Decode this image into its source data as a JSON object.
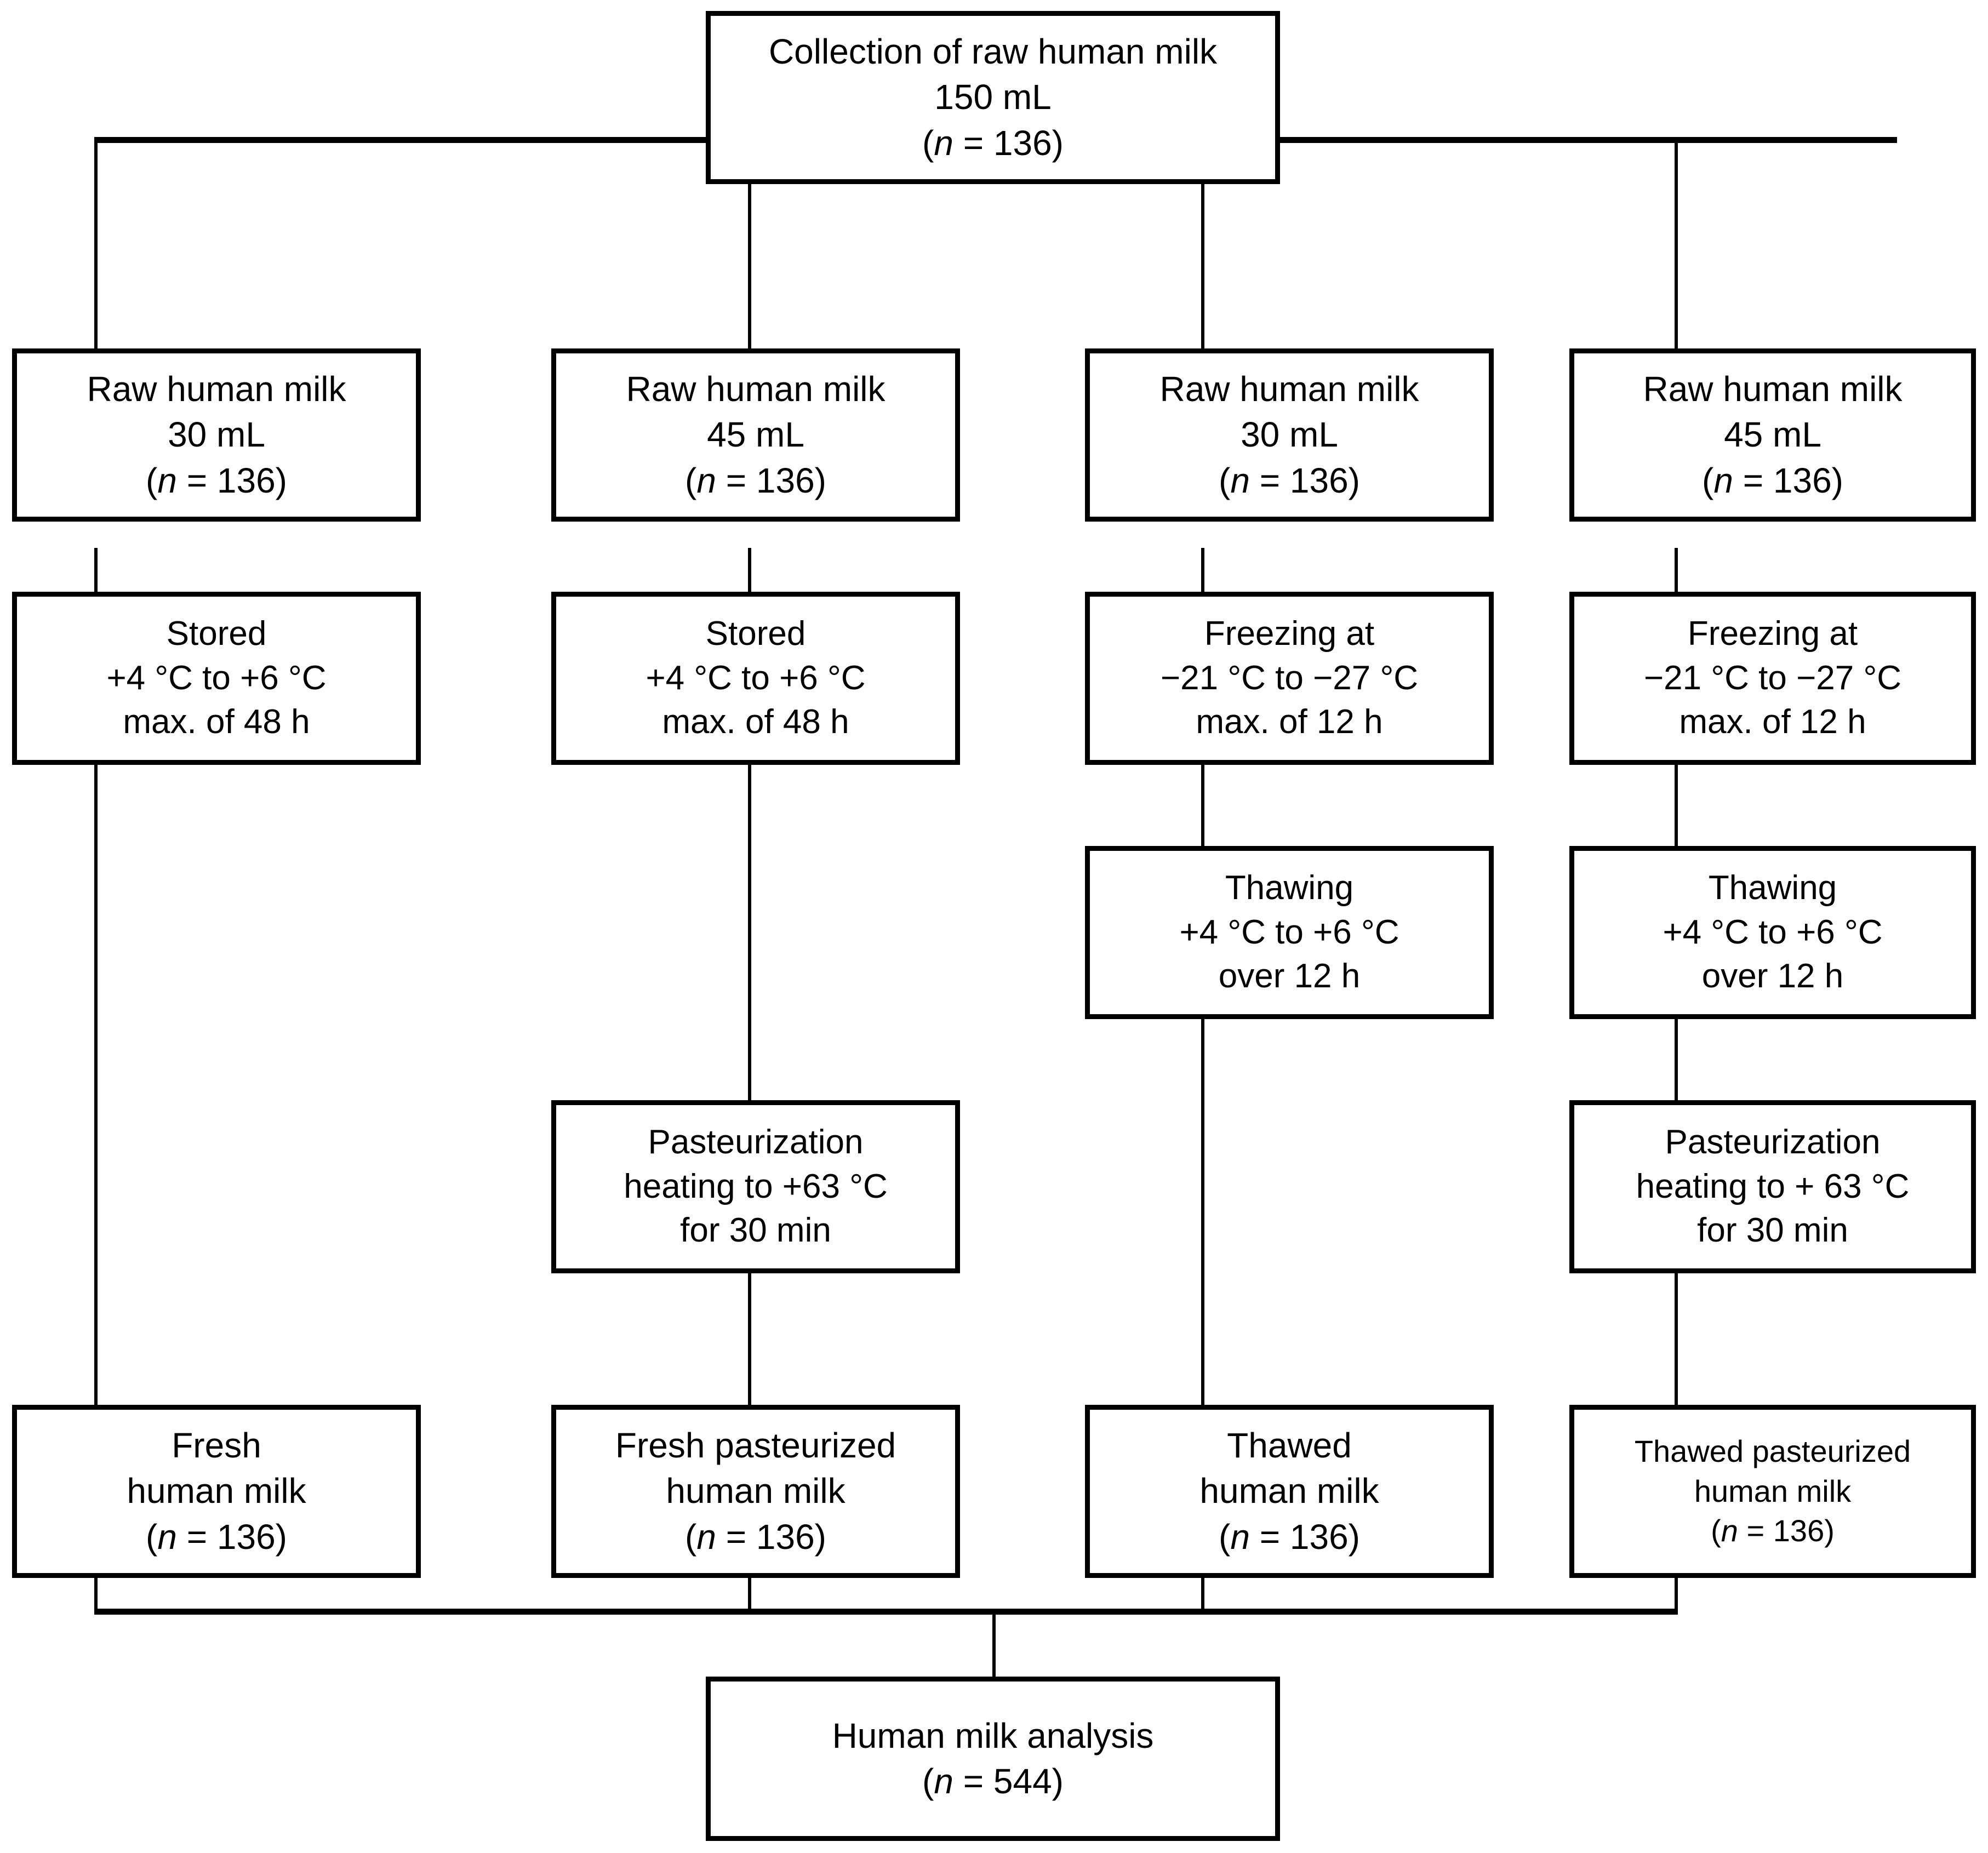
{
  "diagram": {
    "title": "Human milk processing and analysis flowchart",
    "colors": {
      "stroke": "#000000",
      "background": "#ffffff",
      "text": "#000000"
    },
    "nodes": {
      "collection": {
        "lines": [
          "Collection of raw human milk",
          "150 mL"
        ],
        "n_prefix": "(",
        "n_symbol": "n",
        "n_value": " = 136)"
      },
      "raw1": {
        "lines": [
          "Raw human milk",
          "30 mL"
        ],
        "n_prefix": "(",
        "n_symbol": "n",
        "n_value": " = 136)"
      },
      "raw2": {
        "lines": [
          "Raw human milk",
          "45 mL"
        ],
        "n_prefix": "(",
        "n_symbol": "n",
        "n_value": " = 136)"
      },
      "raw3": {
        "lines": [
          "Raw human milk",
          "30 mL"
        ],
        "n_prefix": "(",
        "n_symbol": "n",
        "n_value": " = 136)"
      },
      "raw4": {
        "lines": [
          "Raw human milk",
          "45 mL"
        ],
        "n_prefix": "(",
        "n_symbol": "n",
        "n_value": " = 136)"
      },
      "stored1": {
        "lines": [
          "Stored",
          "+4 °C to +6 °C",
          "max. of 48 h"
        ]
      },
      "stored2": {
        "lines": [
          "Stored",
          "+4 °C to +6 °C",
          "max. of 48 h"
        ]
      },
      "freezing1": {
        "lines": [
          "Freezing at",
          "−21 °C to −27 °C",
          "max. of 12 h"
        ]
      },
      "freezing2": {
        "lines": [
          "Freezing at",
          "−21 °C to −27 °C",
          "max. of 12 h"
        ]
      },
      "thawing1": {
        "lines": [
          "Thawing",
          "+4 °C to +6 °C",
          "over 12 h"
        ]
      },
      "thawing2": {
        "lines": [
          "Thawing",
          "+4 °C to +6 °C",
          "over 12 h"
        ]
      },
      "pasteurization1": {
        "lines": [
          "Pasteurization",
          "heating to +63 °C",
          "for 30 min"
        ]
      },
      "pasteurization2": {
        "lines": [
          "Pasteurization",
          "heating to + 63 °C",
          "for 30 min"
        ]
      },
      "result1": {
        "lines": [
          "Fresh",
          "human milk"
        ],
        "n_prefix": "(",
        "n_symbol": "n",
        "n_value": " = 136)"
      },
      "result2": {
        "lines": [
          "Fresh pasteurized",
          "human milk"
        ],
        "n_prefix": "(",
        "n_symbol": "n",
        "n_value": " = 136)"
      },
      "result3": {
        "lines": [
          "Thawed",
          "human milk"
        ],
        "n_prefix": "(",
        "n_symbol": "n",
        "n_value": " = 136)"
      },
      "result4": {
        "lines": [
          "Thawed pasteurized",
          "human milk"
        ],
        "n_prefix": "(",
        "n_symbol": "n",
        "n_value": " = 136)"
      },
      "analysis": {
        "lines": [
          "Human milk analysis"
        ],
        "n_prefix": "(",
        "n_symbol": "n",
        "n_value": " = 544)"
      }
    }
  }
}
